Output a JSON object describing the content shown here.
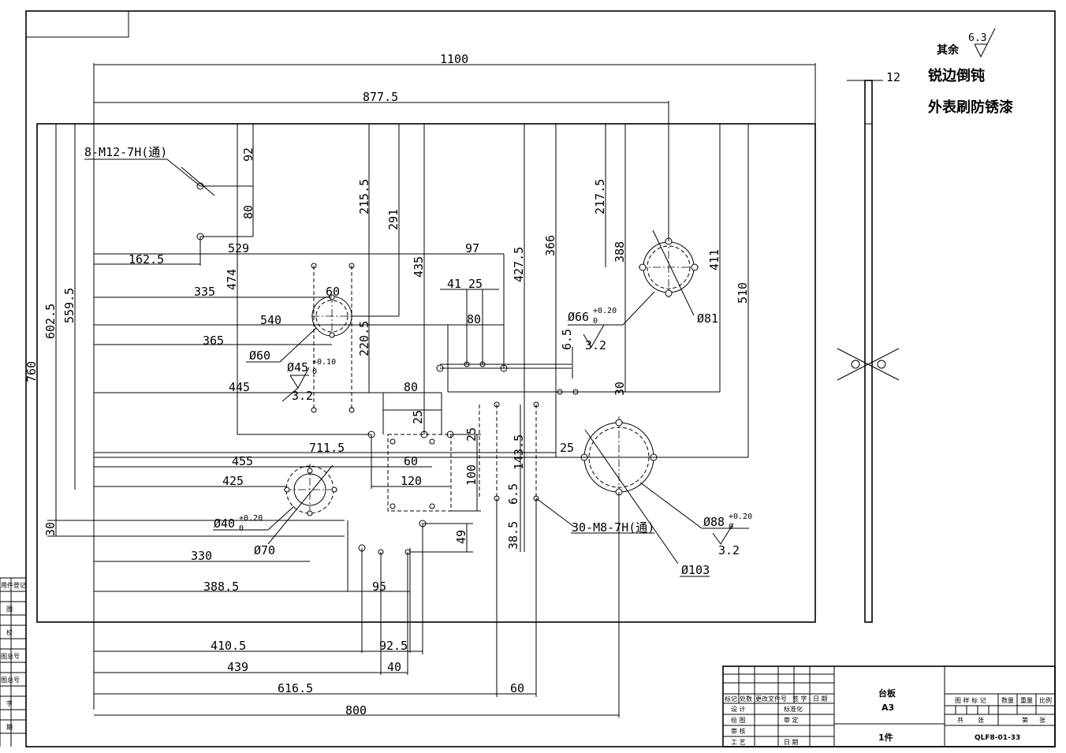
{
  "dimensions": {
    "d1100": "1100",
    "d877_5": "877.5",
    "d12": "12",
    "d760": "760",
    "d602_5": "602.5",
    "d559_5": "559.5",
    "d92": "92",
    "d80a": "80",
    "d162_5": "162.5",
    "d529": "529",
    "d474": "474",
    "d335": "335",
    "d60a": "60",
    "d540": "540",
    "d365": "365",
    "d215_5": "215.5",
    "d291": "291",
    "d220_5": "220.5",
    "d435": "435",
    "d97": "97",
    "d41": "41",
    "d25a": "25",
    "d80b": "80",
    "d427_5": "427.5",
    "d366": "366",
    "d217_5": "217.5",
    "d388": "388",
    "d411": "411",
    "d510": "510",
    "d6_5a": "6.5",
    "d30a": "30",
    "d445": "445",
    "d80c": "80",
    "d25b": "25",
    "d25c": "25",
    "d711_5": "711.5",
    "d455": "455",
    "d60b": "60",
    "d425": "425",
    "d120": "120",
    "d100": "100",
    "d143_5": "143.5",
    "d25d": "25",
    "d6_5b": "6.5",
    "d30b": "30",
    "d49": "49",
    "d38_5": "38.5",
    "d330": "330",
    "d388_5": "388.5",
    "d95": "95",
    "d410_5": "410.5",
    "d92_5": "92.5",
    "d439": "439",
    "d40": "40",
    "d616_5": "616.5",
    "d60c": "60",
    "d800": "800"
  },
  "callouts": {
    "thread_top": "8-M12-7H(通)",
    "thread_bottom": "30-M8-7H(通)",
    "phi60": "Ø60",
    "phi45": "Ø45",
    "phi45_tol_up": "+0.10",
    "phi45_tol_lo": "0",
    "phi66": "Ø66",
    "phi66_tol_up": "+0.20",
    "phi66_tol_lo": "0",
    "phi81": "Ø81",
    "phi40": "Ø40",
    "phi40_tol_up": "+0.20",
    "phi40_tol_lo": "0",
    "phi70": "Ø70",
    "phi88": "Ø88",
    "phi88_tol_up": "+0.20",
    "phi88_tol_lo": "0",
    "phi103": "Ø103",
    "rough_a": "3.2",
    "rough_b": "3.2",
    "rough_c": "3.2"
  },
  "notes": {
    "other_prefix": "其余",
    "other_value": "6.3",
    "line1": "锐边倒钝",
    "line2": "外表刷防锈漆"
  },
  "left_strip": [
    "用件登记",
    "图",
    "校",
    "图总号",
    "图总号",
    "字",
    "期"
  ],
  "title_block": {
    "part_name": "台板",
    "sheet_size": "A3",
    "quantity": "1件",
    "drawing_no": "QLF8-01-33",
    "headers": [
      "标记",
      "处数",
      "更改文件号",
      "签 字",
      "日 期"
    ],
    "roles": [
      "设 计",
      "绘 图",
      "审 核",
      "工 艺"
    ],
    "approvals": [
      "标准化",
      "审 定",
      "日 期"
    ],
    "stage_marks": "图 样 标 记",
    "weight_header": [
      "数量",
      "重量",
      "比例"
    ],
    "sheets": [
      "共",
      "张",
      "第",
      "张"
    ]
  }
}
